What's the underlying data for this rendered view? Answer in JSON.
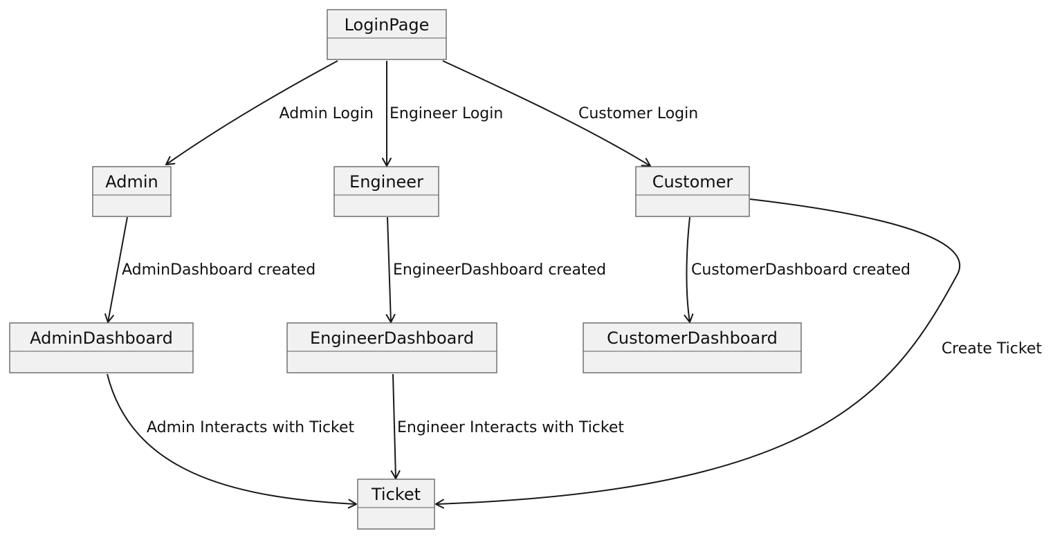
{
  "nodes": {
    "loginpage": "LoginPage",
    "admin": "Admin",
    "engineer": "Engineer",
    "customer": "Customer",
    "admin_dashboard": "AdminDashboard",
    "engineer_dashboard": "EngineerDashboard",
    "customer_dashboard": "CustomerDashboard",
    "ticket": "Ticket"
  },
  "edges": {
    "admin_login": "Admin Login",
    "engineer_login": "Engineer Login",
    "customer_login": "Customer Login",
    "admin_dashboard_created": "AdminDashboard created",
    "engineer_dashboard_created": "EngineerDashboard created",
    "customer_dashboard_created": "CustomerDashboard created",
    "create_ticket": "Create Ticket",
    "admin_interacts": "Admin Interacts with Ticket",
    "engineer_interacts": "Engineer Interacts with Ticket"
  },
  "colors": {
    "node_fill": "#f1f1f1",
    "node_border": "#5a5a5a",
    "edge": "#181818",
    "text": "#111111"
  }
}
